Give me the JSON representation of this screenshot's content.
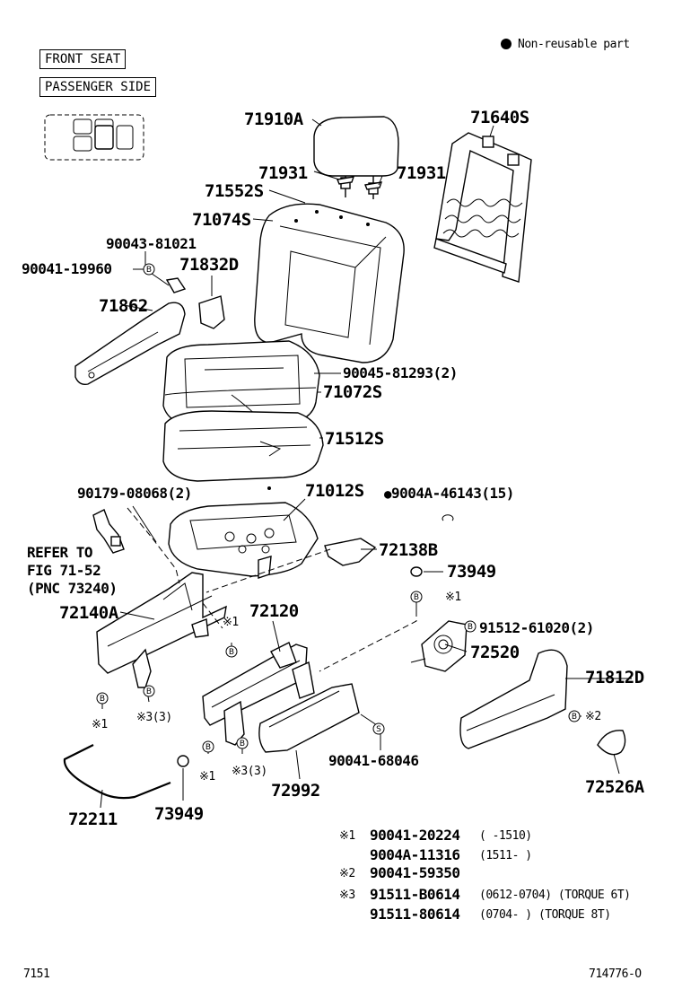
{
  "header": {
    "seat_label": "FRONT SEAT",
    "side_label": "PASSENGER SIDE",
    "legend_text": "Non-reusable part"
  },
  "parts": {
    "headrest": "71910A",
    "back_frame": "71640S",
    "guide_left": "71931",
    "guide_right": "71931",
    "back_cover": "71552S",
    "back_pad": "71074S",
    "bolt_90043": "90043-81021",
    "bolt_90041_19960": "90041-19960",
    "knob": "71832D",
    "shield_inner": "71862",
    "hog_ring": "90045-81293(2)",
    "cushion_cover": "71072S",
    "cushion_pad": "71512S",
    "cushion_frame": "71012S",
    "clip_90179": "90179-08068(2)",
    "hog_ring_2": "9004A-46143(15)",
    "refer_line1": "REFER TO",
    "refer_line2": "FIG 71-52",
    "refer_line3": "(PNC 73240)",
    "bracket": "72138B",
    "cap_top": "73949",
    "adjuster_left": "72140A",
    "adjuster_right": "72120",
    "bolt_91512": "91512-61020(2)",
    "recliner": "72520",
    "shield_outer": "71812D",
    "cover_72526": "72526A",
    "screw_90041_68046": "90041-68046",
    "cover_72992": "72992",
    "rod": "72211",
    "cap_bottom": "73949"
  },
  "callouts": {
    "b": "B",
    "s": "S",
    "m1": "※1",
    "m2": "※2",
    "m3_3": "※3(3)"
  },
  "notes": {
    "n1_mark": "※1",
    "n1a_part": "90041-20224",
    "n1a_range": "(     -1510)",
    "n1b_part": "9004A-11316",
    "n1b_range": "(1511-     )",
    "n2_mark": "※2",
    "n2_part": "90041-59350",
    "n3_mark": "※3",
    "n3a_part": "91511-B0614",
    "n3a_range": "(0612-0704) (TORQUE 6T)",
    "n3b_part": "91511-80614",
    "n3b_range": "(0704-     ) (TORQUE 8T)"
  },
  "footer": {
    "figure_number": "7151",
    "illustration_id": "714776-O"
  }
}
